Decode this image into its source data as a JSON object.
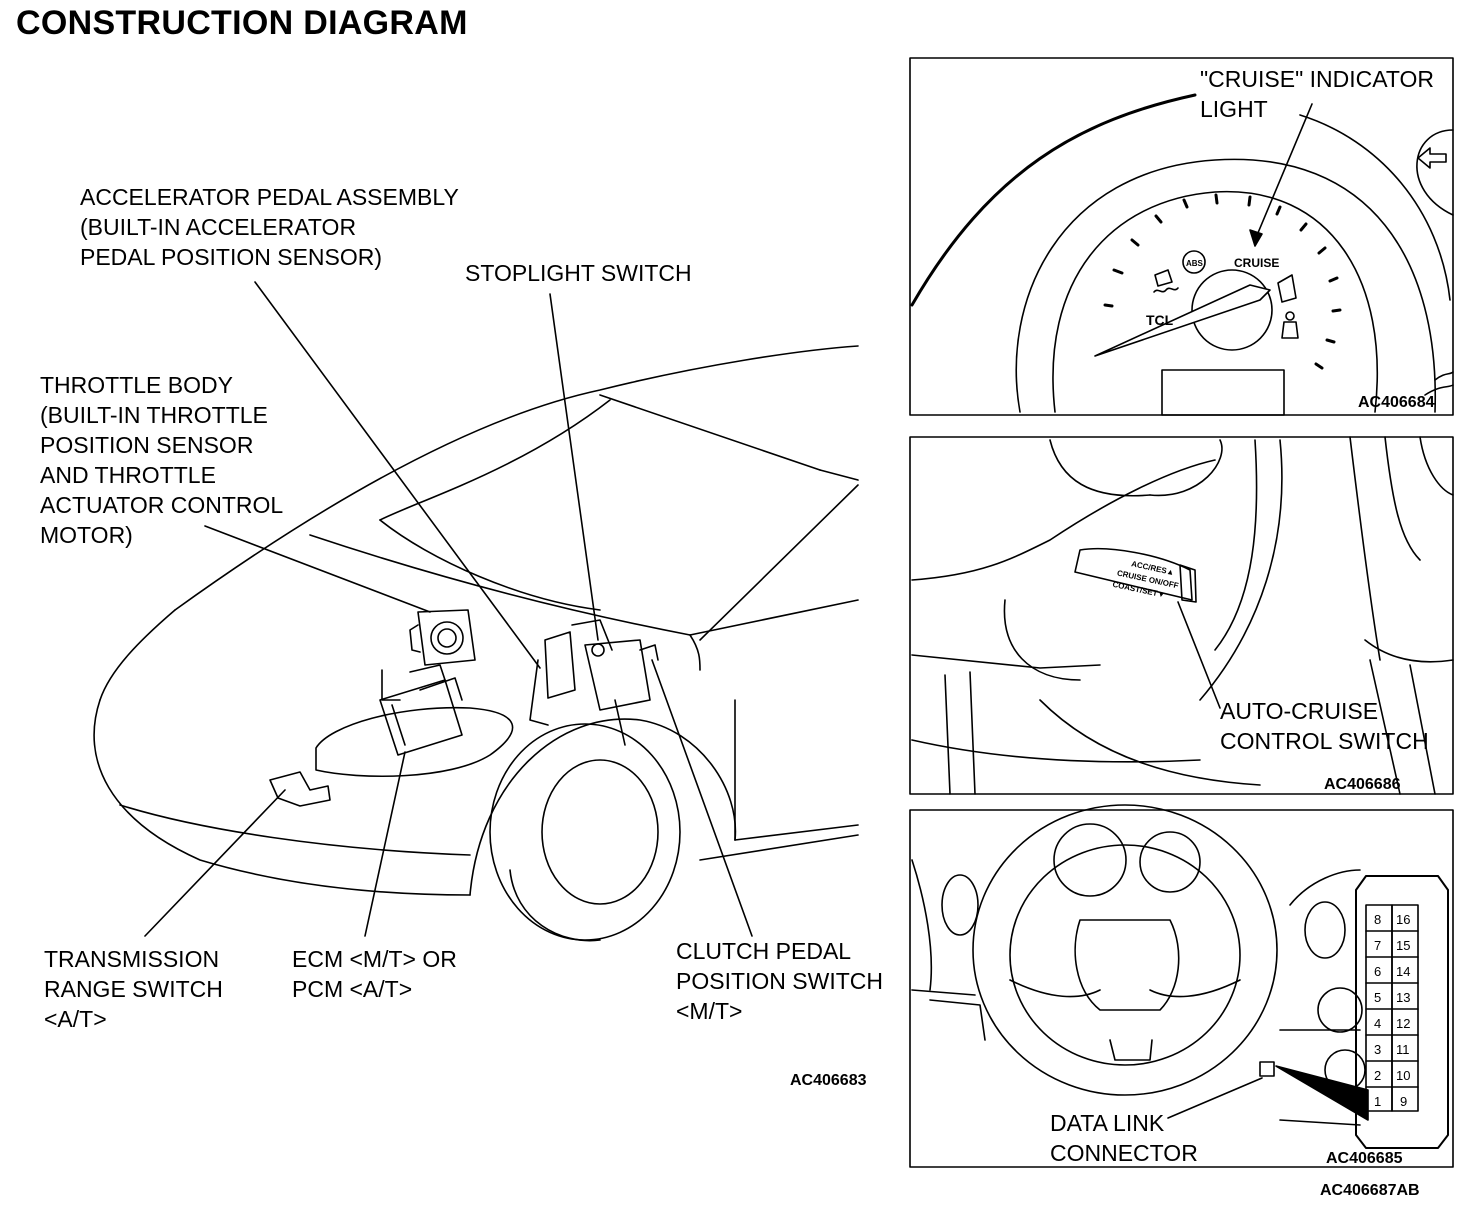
{
  "title": "CONSTRUCTION DIAGRAM",
  "labels": {
    "accelerator": "ACCELERATOR PEDAL ASSEMBLY\n(BUILT-IN ACCELERATOR\nPEDAL POSITION SENSOR)",
    "stoplight": "STOPLIGHT SWITCH",
    "throttle": "THROTTLE BODY\n(BUILT-IN THROTTLE\nPOSITION SENSOR\nAND THROTTLE\nACTUATOR CONTROL\nMOTOR)",
    "transmission": "TRANSMISSION\nRANGE SWITCH\n<A/T>",
    "ecm": "ECM <M/T> OR\nPCM <A/T>",
    "clutch": "CLUTCH PEDAL\nPOSITION SWITCH\n<M/T>",
    "cruise_indicator": "\"CRUISE\" INDICATOR\nLIGHT",
    "auto_cruise": "AUTO-CRUISE\nCONTROL SWITCH",
    "data_link": "DATA LINK\nCONNECTOR"
  },
  "codes": {
    "main": "AC406683",
    "panel1": "AC406684",
    "panel2": "AC406686",
    "panel3": "AC406685",
    "overall": "AC406687AB"
  },
  "gauge_labels": {
    "abs": "ABS",
    "cruise": "CRUISE",
    "tcl": "TCL"
  },
  "switch_labels": {
    "line1": "ACC/RES▲",
    "line2": "CRUISE ON/OFF",
    "line3": "COAST/SET▼"
  },
  "connector_pins": {
    "left": [
      "8",
      "7",
      "6",
      "5",
      "4",
      "3",
      "2",
      "1"
    ],
    "right": [
      "16",
      "15",
      "14",
      "13",
      "12",
      "11",
      "10",
      "9"
    ]
  }
}
